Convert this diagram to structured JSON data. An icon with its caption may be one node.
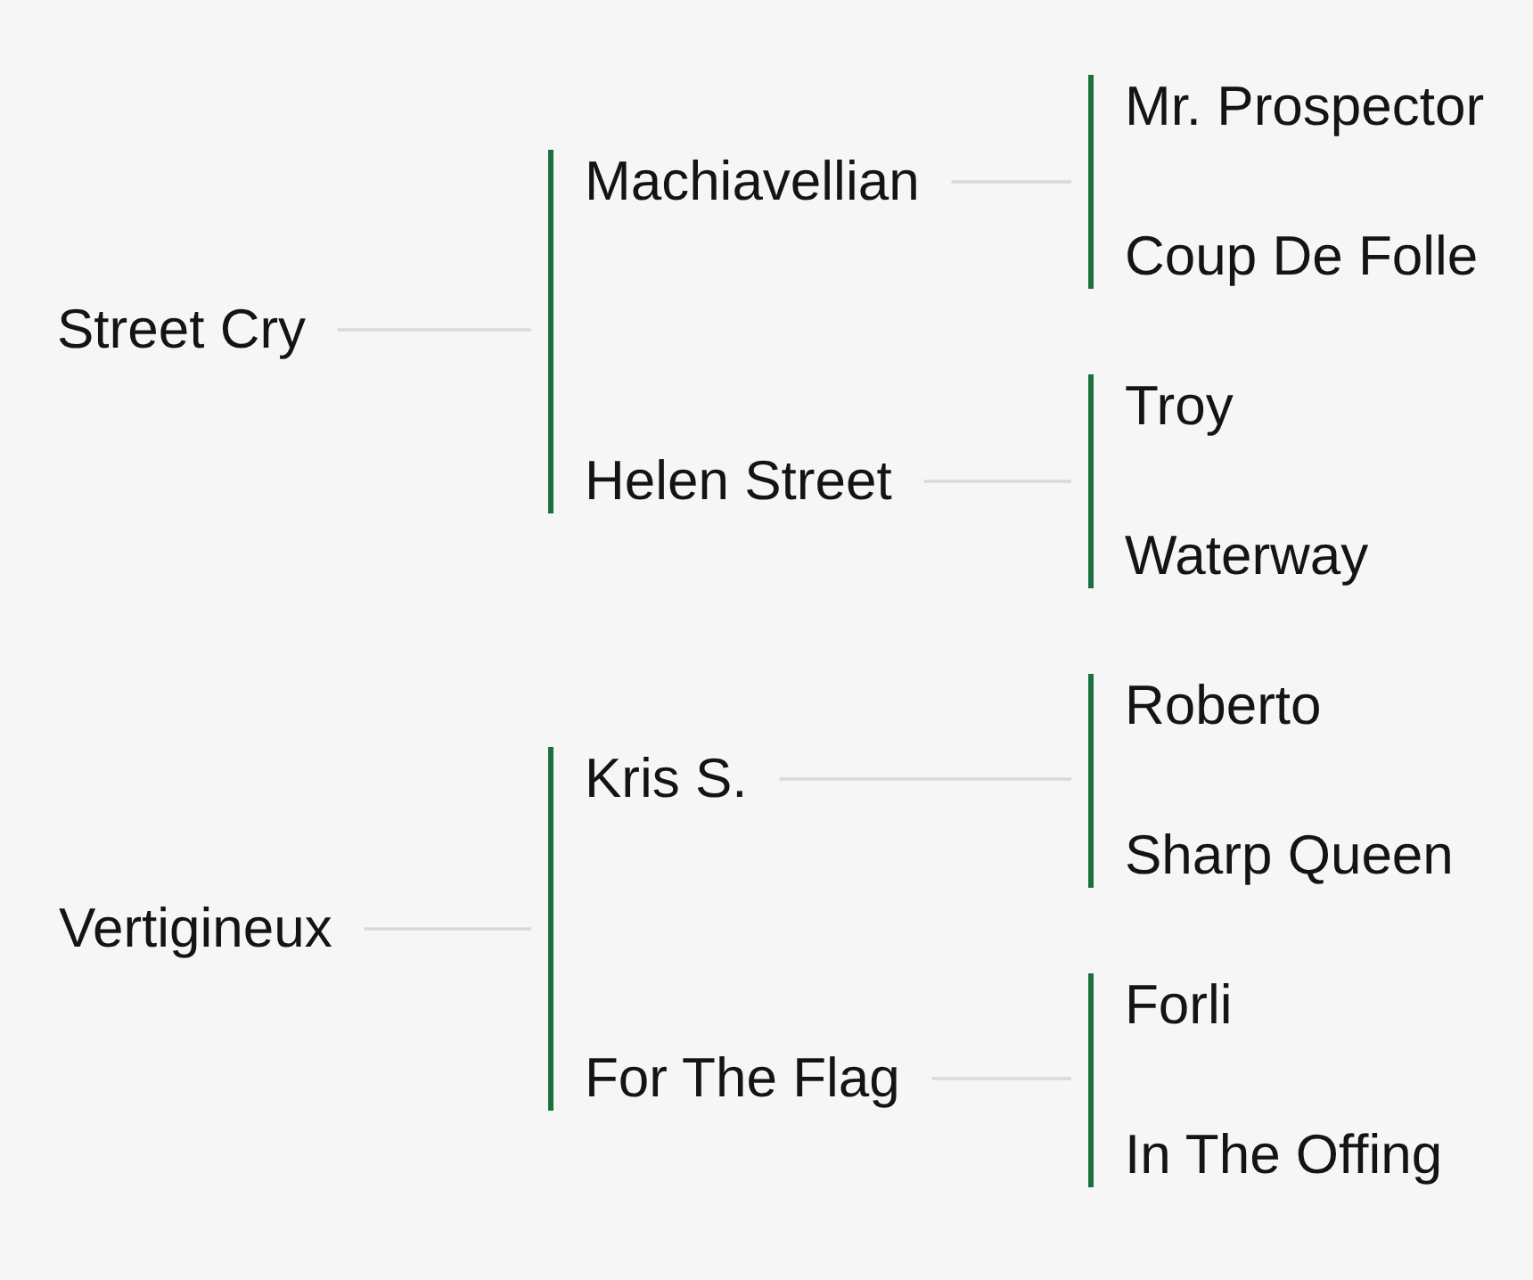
{
  "diagram": {
    "nodes": [
      {
        "text": [
          "Street Cry"
        ]
      },
      {
        "text": [
          "Machiavellian"
        ]
      },
      {
        "text": [
          "Mr. Prospector"
        ]
      },
      {
        "text": [
          "Coup De Folle"
        ]
      },
      {
        "text": [
          "Helen Street"
        ]
      },
      {
        "text": [
          "Troy"
        ]
      },
      {
        "text": [
          "Waterway"
        ]
      },
      {
        "text": [
          "Vertigineux"
        ]
      },
      {
        "text": [
          "Kris S."
        ]
      },
      {
        "text": [
          "Roberto"
        ]
      },
      {
        "text": [
          "Sharp Queen"
        ]
      },
      {
        "text": [
          "For The Flag"
        ]
      },
      {
        "text": [
          "Forli"
        ]
      },
      {
        "text": [
          "In The Offing"
        ]
      }
    ],
    "edges": [
      {
        "from": 0,
        "to": 1,
        "arrow": "none"
      },
      {
        "from": 0,
        "to": 4,
        "arrow": "none"
      },
      {
        "from": 1,
        "to": 2,
        "arrow": "none"
      },
      {
        "from": 1,
        "to": 3,
        "arrow": "none"
      },
      {
        "from": 4,
        "to": 5,
        "arrow": "none"
      },
      {
        "from": 4,
        "to": 6,
        "arrow": "none"
      },
      {
        "from": 7,
        "to": 8,
        "arrow": "none"
      },
      {
        "from": 7,
        "to": 11,
        "arrow": "none"
      },
      {
        "from": 8,
        "to": 9,
        "arrow": "none"
      },
      {
        "from": 8,
        "to": 10,
        "arrow": "none"
      },
      {
        "from": 11,
        "to": 12,
        "arrow": "none"
      },
      {
        "from": 11,
        "to": 13,
        "arrow": "none"
      }
    ]
  }
}
